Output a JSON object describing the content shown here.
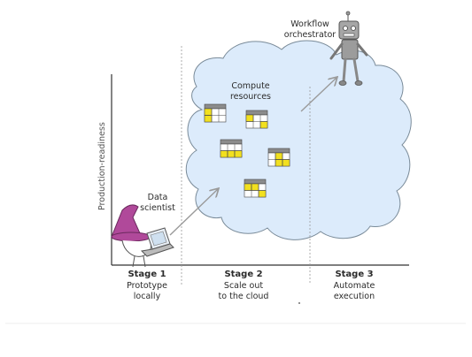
{
  "axis": {
    "ylabel": "Production-readiness"
  },
  "labels": {
    "data_scientist": "Data\nscientist",
    "compute_resources": "Compute\nresources",
    "workflow_orchestrator": "Workflow\norchestrator"
  },
  "stages": [
    {
      "title": "Stage 1",
      "subtitle": "Prototype\nlocally"
    },
    {
      "title": "Stage 2",
      "subtitle": "Scale out\nto the cloud"
    },
    {
      "title": "Stage 3",
      "subtitle": "Automate\nexecution"
    }
  ],
  "colors": {
    "cloud_fill": "#dcebfb",
    "cloud_stroke": "#7a8b99",
    "cell_yellow": "#f2e01f",
    "header_gray": "#8c8c8c",
    "hat_purple": "#b0499a",
    "arrow_gray": "#9a9a9a"
  }
}
